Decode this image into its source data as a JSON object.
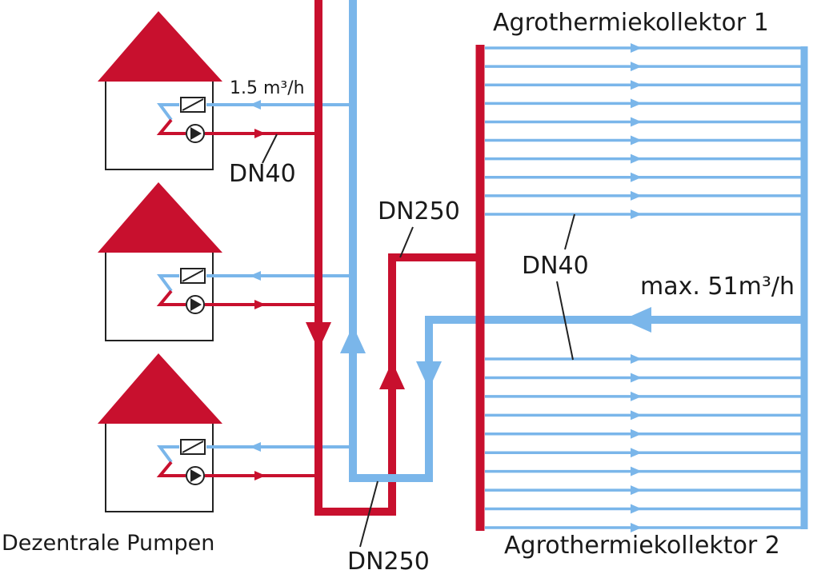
{
  "labels": {
    "collector_top": "Agrothermiekollektor 1",
    "collector_bottom": "Agrothermiekollektor 2",
    "flow_house": "1.5 m³/h",
    "flow_max": "max. 51m³/h",
    "dn40_house": "DN40",
    "dn40_field": "DN40",
    "dn250_upper": "DN250",
    "dn250_lower": "DN250",
    "decentral": "Dezentrale Pumpen"
  },
  "houses": [
    {
      "id": "house-1"
    },
    {
      "id": "house-2"
    },
    {
      "id": "house-3"
    }
  ],
  "collector_1": {
    "loops": 10
  },
  "collector_2": {
    "loops": 10
  },
  "colors": {
    "supply_red": "#c8102e",
    "return_blue": "#7ab6ea",
    "outline": "#222222",
    "roof": "#c8102e"
  },
  "icons": [
    "valve-icon",
    "pump-icon",
    "flow-arrow-icon"
  ]
}
